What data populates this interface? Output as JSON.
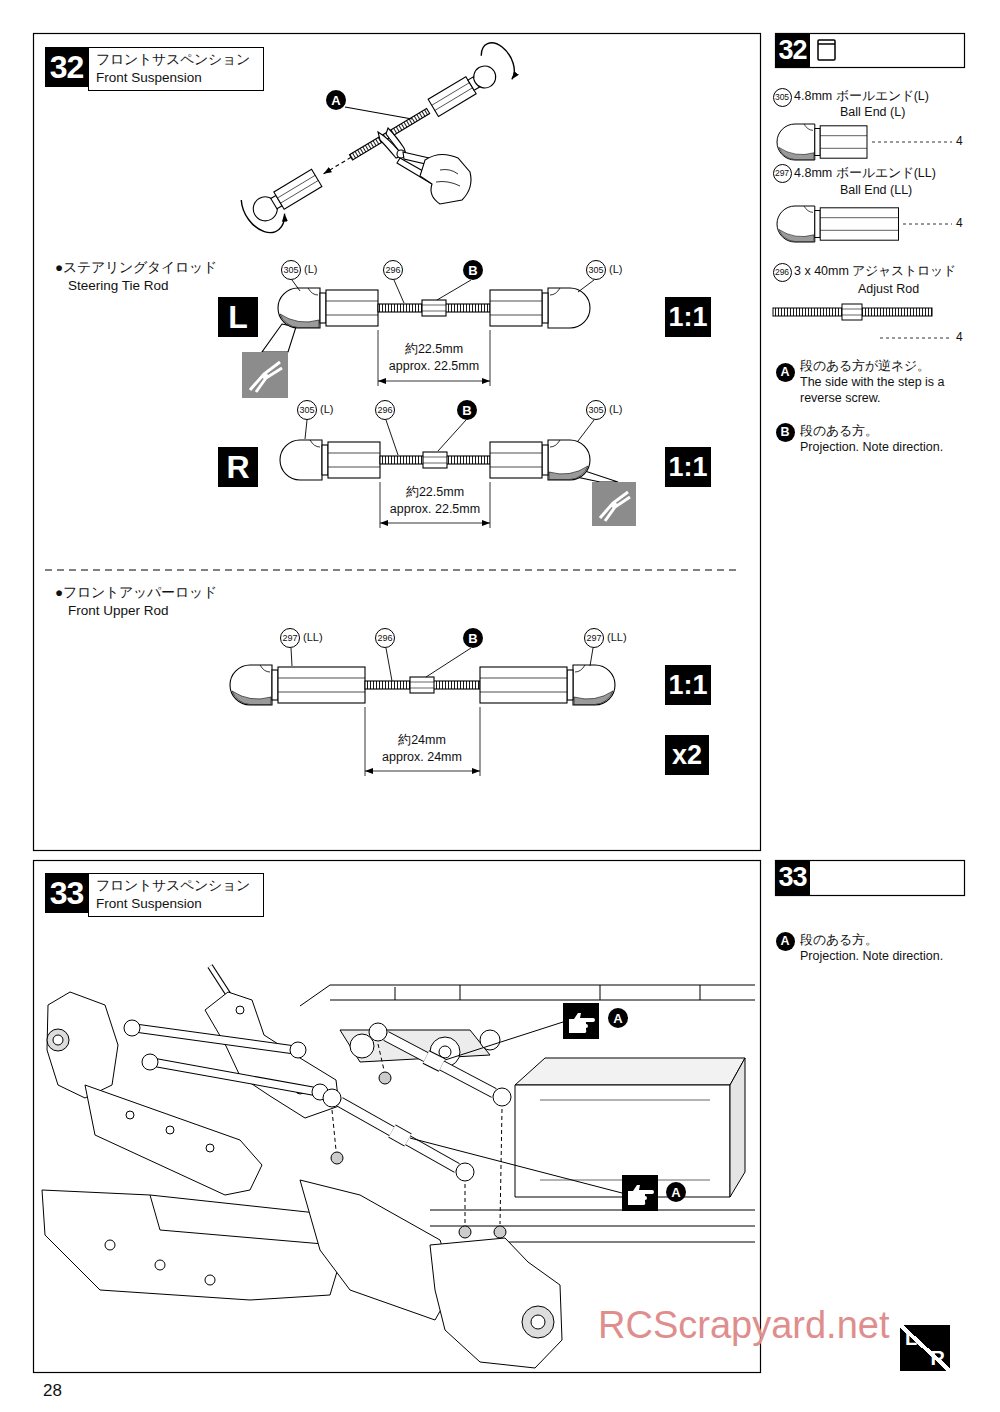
{
  "diagram": {
    "nodes": [
      {
        "text": [
          "32"
        ]
      },
      {
        "text": [
          "フロントサスペンション",
          "Front Suspension"
        ]
      },
      {
        "text": [
          "A"
        ]
      },
      {
        "text": [
          "305"
        ]
      },
      {
        "text": [
          "296"
        ]
      },
      {
        "text": [
          "B"
        ]
      },
      {
        "text": [
          "305"
        ]
      },
      {
        "text": [
          "L"
        ]
      },
      {
        "text": [
          "1:1"
        ]
      },
      {
        "text": [
          "305"
        ]
      },
      {
        "text": [
          "296"
        ]
      },
      {
        "text": [
          "B"
        ]
      },
      {
        "text": [
          "305"
        ]
      },
      {
        "text": [
          "R"
        ]
      },
      {
        "text": [
          "1:1"
        ]
      },
      {
        "text": [
          "297"
        ]
      },
      {
        "text": [
          "296"
        ]
      },
      {
        "text": [
          "B"
        ]
      },
      {
        "text": [
          "297"
        ]
      },
      {
        "text": [
          "1:1"
        ]
      },
      {
        "text": [
          "x2"
        ]
      },
      {
        "text": [
          "32"
        ]
      },
      {
        "text": [
          "305"
        ]
      },
      {
        "text": [
          "297"
        ]
      },
      {
        "text": [
          "296"
        ]
      },
      {
        "text": [
          "A"
        ]
      },
      {
        "text": [
          "B"
        ]
      },
      {
        "text": [
          "33"
        ]
      },
      {
        "text": [
          "フロントサスペンション",
          "Front Suspension"
        ]
      },
      {
        "text": [
          "A"
        ]
      },
      {
        "text": [
          "A"
        ]
      },
      {
        "text": [
          "L",
          "R"
        ]
      },
      {
        "text": [
          "33"
        ]
      },
      {
        "text": [
          "A"
        ]
      }
    ],
    "labels": [
      "●ステアリングタイロッド",
      "Steering Tie Rod",
      "(L)",
      "(L)",
      "約22.5mm",
      "approx. 22.5mm",
      "(L)",
      "(L)",
      "約22.5mm",
      "approx. 22.5mm",
      "●フロントアッパーロッド",
      "Front Upper Rod",
      "(LL)",
      "(LL)",
      "約24mm",
      "approx. 24mm",
      "4.8mm ボールエンド(L)",
      "Ball End (L)",
      "4",
      "4.8mm ボールエンド(LL)",
      "Ball End (LL)",
      "4",
      "3 x 40mm アジャストロッド",
      "Adjust Rod",
      "4",
      "段のある方が逆ネジ。",
      "The side with the step is a reverse screw.",
      "段のある方。",
      "Projection. Note direction.",
      "段のある方。",
      "Projection. Note direction.",
      "28",
      "RCScrapyard.net"
    ]
  }
}
